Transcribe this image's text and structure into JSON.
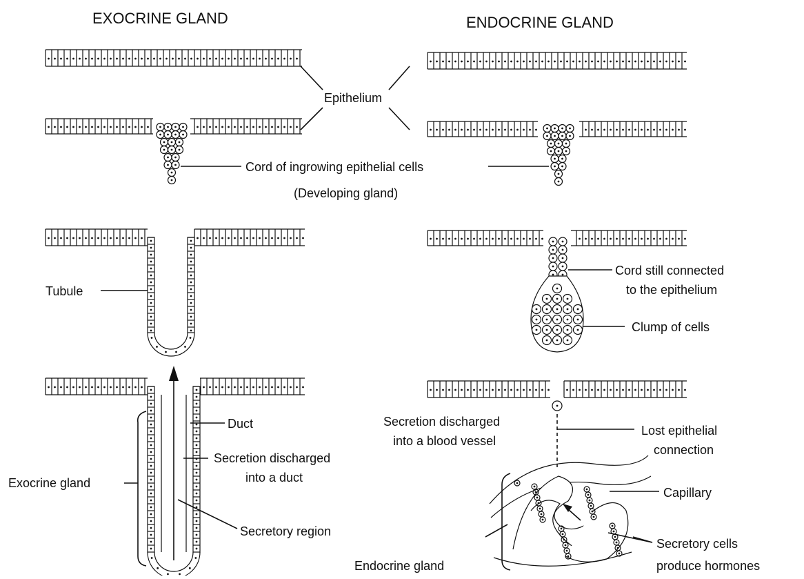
{
  "headings": {
    "exocrine": "EXOCRINE GLAND",
    "endocrine": "ENDOCRINE GLAND"
  },
  "labels": {
    "epithelium": "Epithelium",
    "cord_line1": "Cord of ingrowing epithelial cells",
    "cord_line2": "(Developing gland)",
    "tubule": "Tubule",
    "cord_connected_1": "Cord still connected",
    "cord_connected_2": "to the epithelium",
    "clump": "Clump of cells",
    "duct": "Duct",
    "secretion_duct_1": "Secretion discharged",
    "secretion_duct_2": "into a duct",
    "exocrine_gland": "Exocrine gland",
    "secretory_region": "Secretory region",
    "secretion_blood_1": "Secretion discharged",
    "secretion_blood_2": "into a blood vessel",
    "lost_connection_1": "Lost epithelial",
    "lost_connection_2": "connection",
    "capillary": "Capillary",
    "secretory_cells_1": "Secretory cells",
    "secretory_cells_2": "produce hormones",
    "endocrine_gland": "Endocrine gland"
  }
}
